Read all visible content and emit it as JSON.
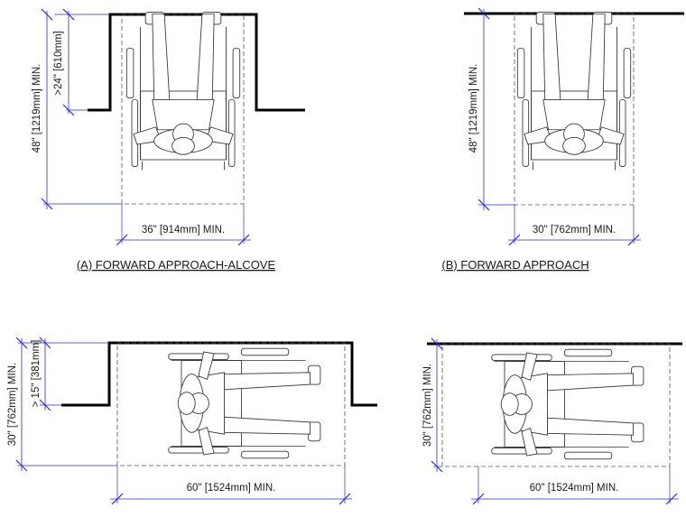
{
  "panels": {
    "a": {
      "caption": "(A) FORWARD APPROACH-ALCOVE",
      "width_label": "36\" [914mm] MIN.",
      "depth_label": "48\" [1219mm] MIN.",
      "alcove_label": ">24\" [610mm]"
    },
    "b": {
      "caption": "(B) FORWARD APPROACH",
      "width_label": "30\" [762mm] MIN.",
      "depth_label": "48\" [1219mm] MIN."
    },
    "c": {
      "width_label": "60\" [1524mm] MIN.",
      "depth_label": "30\" [762mm] MIN.",
      "alcove_label": "> 15\" [381mm]"
    },
    "d": {
      "width_label": "60\" [1524mm] MIN.",
      "depth_label": "30\" [762mm] MIN."
    }
  }
}
